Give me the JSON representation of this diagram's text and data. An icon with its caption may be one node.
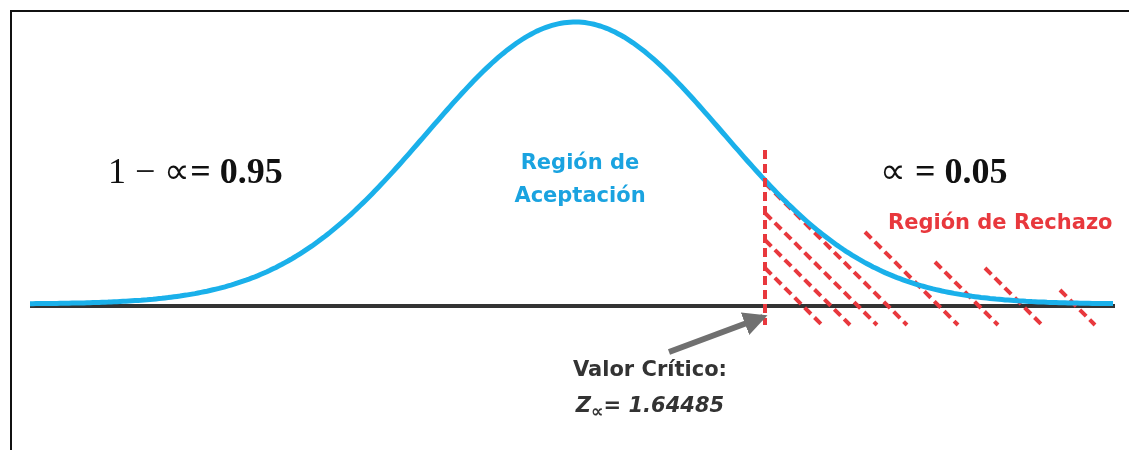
{
  "diagram": {
    "nodes": [
      {
        "text": [
          "Valor Crítico:",
          "Z$_{∝}$= 1.64485"
        ]
      },
      {
        "text": [],
        "shape": "line"
      }
    ],
    "edges": [
      {
        "from": 0,
        "to": 1,
        "arrow": "to"
      }
    ],
    "labels": [
      "1 − ∝**= 0.95**",
      "Región de Aceptación",
      "∝ **= 0.05**",
      "Región de Rechazo"
    ]
  }
}
